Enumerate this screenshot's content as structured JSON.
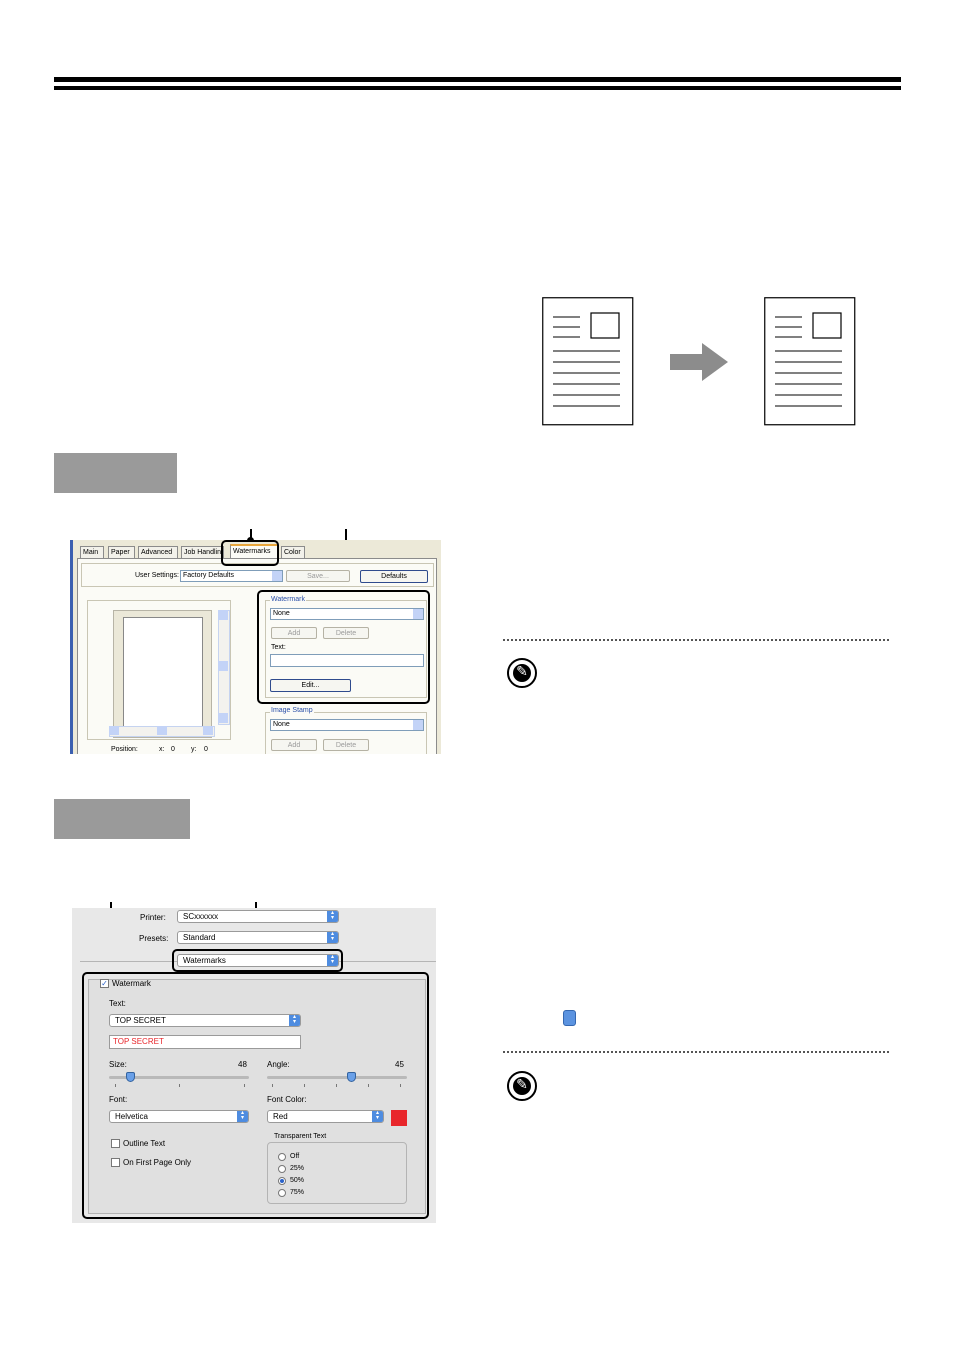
{
  "windows_dialog": {
    "tabs": [
      "Main",
      "Paper",
      "Advanced",
      "Job Handlin",
      "Watermarks",
      "Color"
    ],
    "user_settings_label": "User Settings:",
    "user_settings_value": "Factory Defaults",
    "save_label": "Save...",
    "defaults_label": "Defaults",
    "watermark_group_title": "Watermark",
    "watermark_value": "None",
    "add_label": "Add",
    "delete_label": "Delete",
    "text_label": "Text:",
    "edit_label": "Edit...",
    "image_stamp_group_title": "Image Stamp",
    "image_stamp_value": "None",
    "add2_label": "Add",
    "delete2_label": "Delete",
    "position_label": "Position:",
    "x_label": "x:",
    "x_value": "0",
    "y_label": "y:",
    "y_value": "0"
  },
  "mac_dialog": {
    "printer_label": "Printer:",
    "printer_value": "SCxxxxxx",
    "presets_label": "Presets:",
    "presets_value": "Standard",
    "panel_value": "Watermarks",
    "watermark_checkbox_label": "Watermark",
    "text_label": "Text:",
    "text_dropdown_value": "TOP SECRET",
    "text_field_value": "TOP SECRET",
    "size_label": "Size:",
    "size_value": "48",
    "angle_label": "Angle:",
    "angle_value": "45",
    "font_label": "Font:",
    "font_value": "Helvetica",
    "font_color_label": "Font Color:",
    "font_color_value": "Red",
    "font_color_swatch": "#e8262b",
    "outline_text_label": "Outline Text",
    "first_page_label": "On First Page Only",
    "transparent_group_title": "Transparent Text",
    "transparency_options": [
      "Off",
      "25%",
      "50%",
      "75%"
    ],
    "transparency_selected": "50%",
    "size_fraction": 0.15,
    "angle_fraction": 0.6
  },
  "colors": {
    "step_box": "#9a9a9a",
    "arrow": "#8c8c8c",
    "callout": "#000000",
    "mac_accent": "#4e8ce0"
  },
  "icons": [
    "note-icon",
    "pencil-icon",
    "right-arrow-icon",
    "popup-button-icon"
  ]
}
